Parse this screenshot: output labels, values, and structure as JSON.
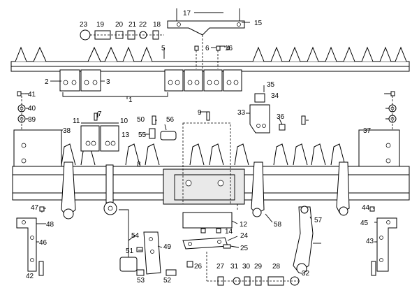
{
  "diagram": {
    "callouts": [
      "1",
      "2",
      "3",
      "4",
      "5",
      "6",
      "7",
      "8",
      "9",
      "10",
      "11",
      "12",
      "13",
      "14",
      "15",
      "16",
      "17",
      "18",
      "19",
      "20",
      "21",
      "22",
      "23",
      "24",
      "25",
      "26",
      "27",
      "28",
      "29",
      "30",
      "31",
      "32",
      "33",
      "34",
      "35",
      "36",
      "37",
      "38",
      "39",
      "40",
      "41",
      "42",
      "43",
      "44",
      "45",
      "46",
      "47",
      "48",
      "49",
      "50",
      "51",
      "52",
      "53",
      "54",
      "55",
      "56",
      "57",
      "58"
    ],
    "colors": {
      "ink": "#000000",
      "paper": "#ffffff",
      "shade": "#e9e9e9"
    }
  }
}
